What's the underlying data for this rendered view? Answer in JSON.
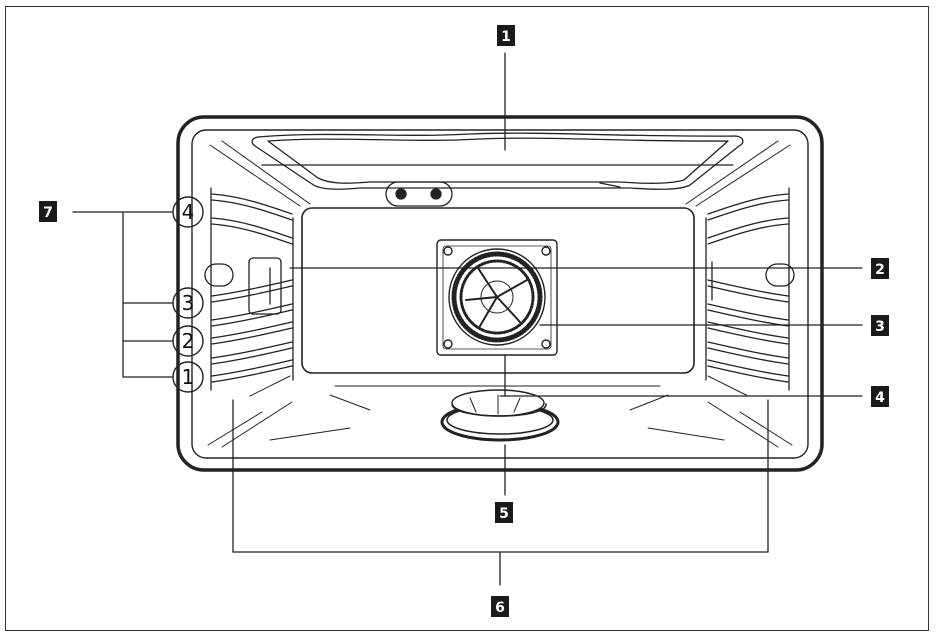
{
  "callouts": {
    "c1": "1",
    "c2": "2",
    "c3": "3",
    "c4": "4",
    "c5": "5",
    "c6": "6",
    "c7": "7"
  },
  "shelf_levels": {
    "l4": "4",
    "l3": "3",
    "l2": "2",
    "l1": "1"
  }
}
